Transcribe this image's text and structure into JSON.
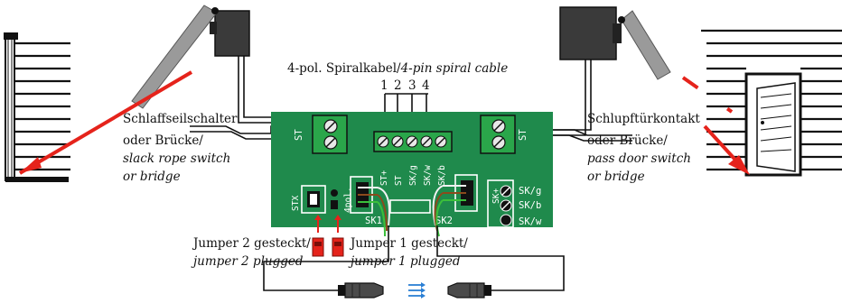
{
  "colors": {
    "pcb_green": "#1f8a4c",
    "terminal_green": "#2aa64a",
    "accent_red": "#e5231b",
    "housing_dark": "#3a3a3a",
    "signal_blue": "#2a7fd4",
    "wire_green": "#3bbf3b",
    "wire_brown": "#8b4a1c",
    "wire_white": "#f2f2f2"
  },
  "labels": {
    "spiral_cable_de": "4-pol. Spiralkabel/",
    "spiral_cable_en": "4-pin spiral cable",
    "pins": [
      "1",
      "2",
      "3",
      "4"
    ],
    "slack_rope_de_1": "Schlaffseilschalter",
    "slack_rope_de_2": "oder Brücke/",
    "slack_rope_en_1": "slack rope switch",
    "slack_rope_en_2": "or bridge",
    "pass_door_de_1": "Schlupftürkontakt",
    "pass_door_de_2": "oder Brücke/",
    "pass_door_en_1": "pass door switch",
    "pass_door_en_2": "or bridge",
    "jumper2_de": "Jumper 2 gesteckt/",
    "jumper2_en": "jumper 2 plugged",
    "jumper1_de": "Jumper 1 gesteckt/",
    "jumper1_en": "jumper 1 plugged"
  },
  "pcb": {
    "st_left": "ST",
    "st_right": "ST",
    "top_pins": [
      "ST+",
      "ST",
      "SK/g",
      "SK/w",
      "SK/b"
    ],
    "stx": "STX",
    "four_pol": "4pol.",
    "sk1": "SK1",
    "sk2": "SK2",
    "sk_right": [
      "SK/g",
      "SK/b",
      "SK/w"
    ],
    "sk_side": "SK+"
  },
  "icons": {
    "signal": "signal-arrows-icon",
    "sensor_left": "photo-sensor-icon",
    "sensor_right": "photo-sensor-icon"
  }
}
